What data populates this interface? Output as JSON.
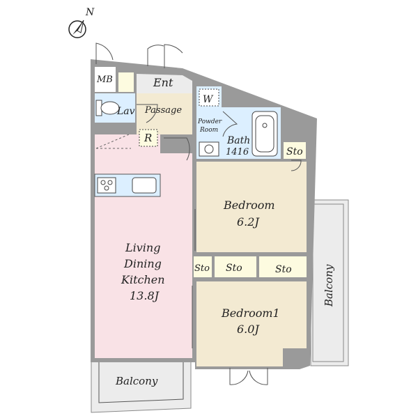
{
  "compass": {
    "label": "N",
    "icon": "north-arrow-icon"
  },
  "rooms": {
    "mb": "MB",
    "ent": "Ent",
    "lav": "Lav",
    "passage": "Passage",
    "w": "W",
    "powder_room_line1": "Powder",
    "powder_room_line2": "Room",
    "bath_line1": "Bath",
    "bath_line2": "1416",
    "sto_top": "Sto",
    "r": "R",
    "bedroom_line1": "Bedroom",
    "bedroom_line2": "6.2J",
    "ldk_line1": "Living",
    "ldk_line2": "Dining",
    "ldk_line3": "Kitchen",
    "ldk_line4": "13.8J",
    "sto_small": "Sto",
    "sto_mid": "Sto",
    "sto_right": "Sto",
    "balcony_right": "Balcony",
    "bedroom1_line1": "Bedroom1",
    "bedroom1_line2": "6.0J",
    "balcony_bottom": "Balcony"
  },
  "colors": {
    "ldk_fill": "#f9e2e6",
    "bedroom_fill": "#f3ead2",
    "wet_fill": "#dcefff",
    "storage_fill": "#fdfbe0",
    "balcony_fill": "#ececec",
    "wall": "#9a9a9a"
  }
}
